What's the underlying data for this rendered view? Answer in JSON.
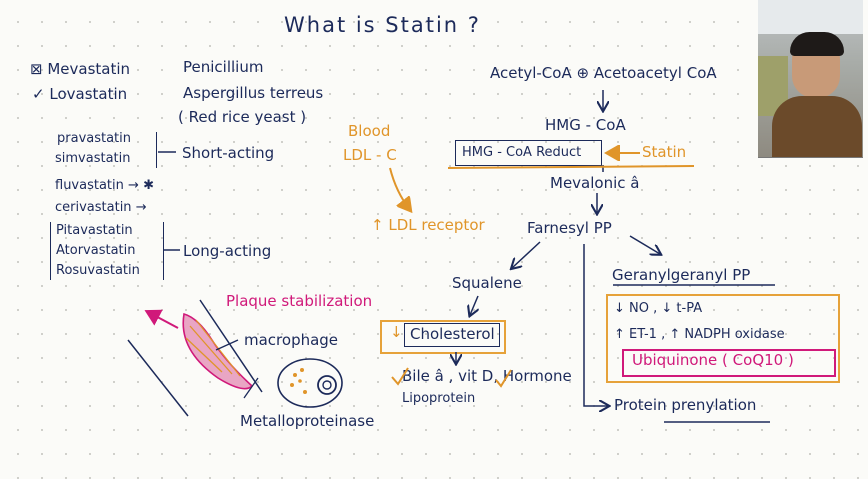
{
  "title": "What is Statin ?",
  "left_list": {
    "mevastatin": "Mevastatin",
    "mevastatin_source": "Penicillium",
    "lovastatin": "Lovastatin",
    "lovastatin_source": "Aspergillus terreus",
    "lovastatin_note": "( Red rice yeast )",
    "short_acting_group": [
      "pravastatin",
      "simvastatin"
    ],
    "short_acting_label": "Short-acting",
    "fluvastatin": "fluvastatin",
    "cerivastatin": "cerivastatin",
    "long_acting_group": [
      "Pitavastatin",
      "Atorvastatin",
      "Rosuvastatin"
    ],
    "long_acting_label": "Long-acting"
  },
  "pathway": {
    "acetyl": "Acetyl-CoA ⊕ Acetoacetyl CoA",
    "hmg": "HMG - CoA",
    "enzyme": "HMG - CoA Reduct",
    "statin": "Statin",
    "mevalonate": "Mevalonic â",
    "farnesyl": "Farnesyl PP",
    "squalene": "Squalene",
    "cholesterol": "Cholesterol",
    "products": "Bile â , vit D, Hormone",
    "lipoprotein": "Lipoprotein",
    "geranyl": "Geranylgeranyl PP",
    "effects_1": "↓ NO , ↓ t-PA",
    "effects_2": "↑ ET-1 , ↑ NADPH oxidase",
    "ubiquinone": "Ubiquinone ( CoQ10 )",
    "prenylation": "Protein prenylation"
  },
  "blood": {
    "label_1": "Blood",
    "label_2": "LDL - C",
    "receptor": "↑ LDL receptor"
  },
  "plaque": {
    "stabilization": "Plaque stabilization",
    "macrophage": "macrophage",
    "metalloproteinase": "Metalloproteinase"
  },
  "colors": {
    "ink": "#1c2a5a",
    "orange": "#e0952a",
    "magenta": "#d0197a"
  },
  "icons": [
    "arrow-icon",
    "star-icon",
    "macrophage-cell-icon",
    "webcam-person-icon"
  ]
}
